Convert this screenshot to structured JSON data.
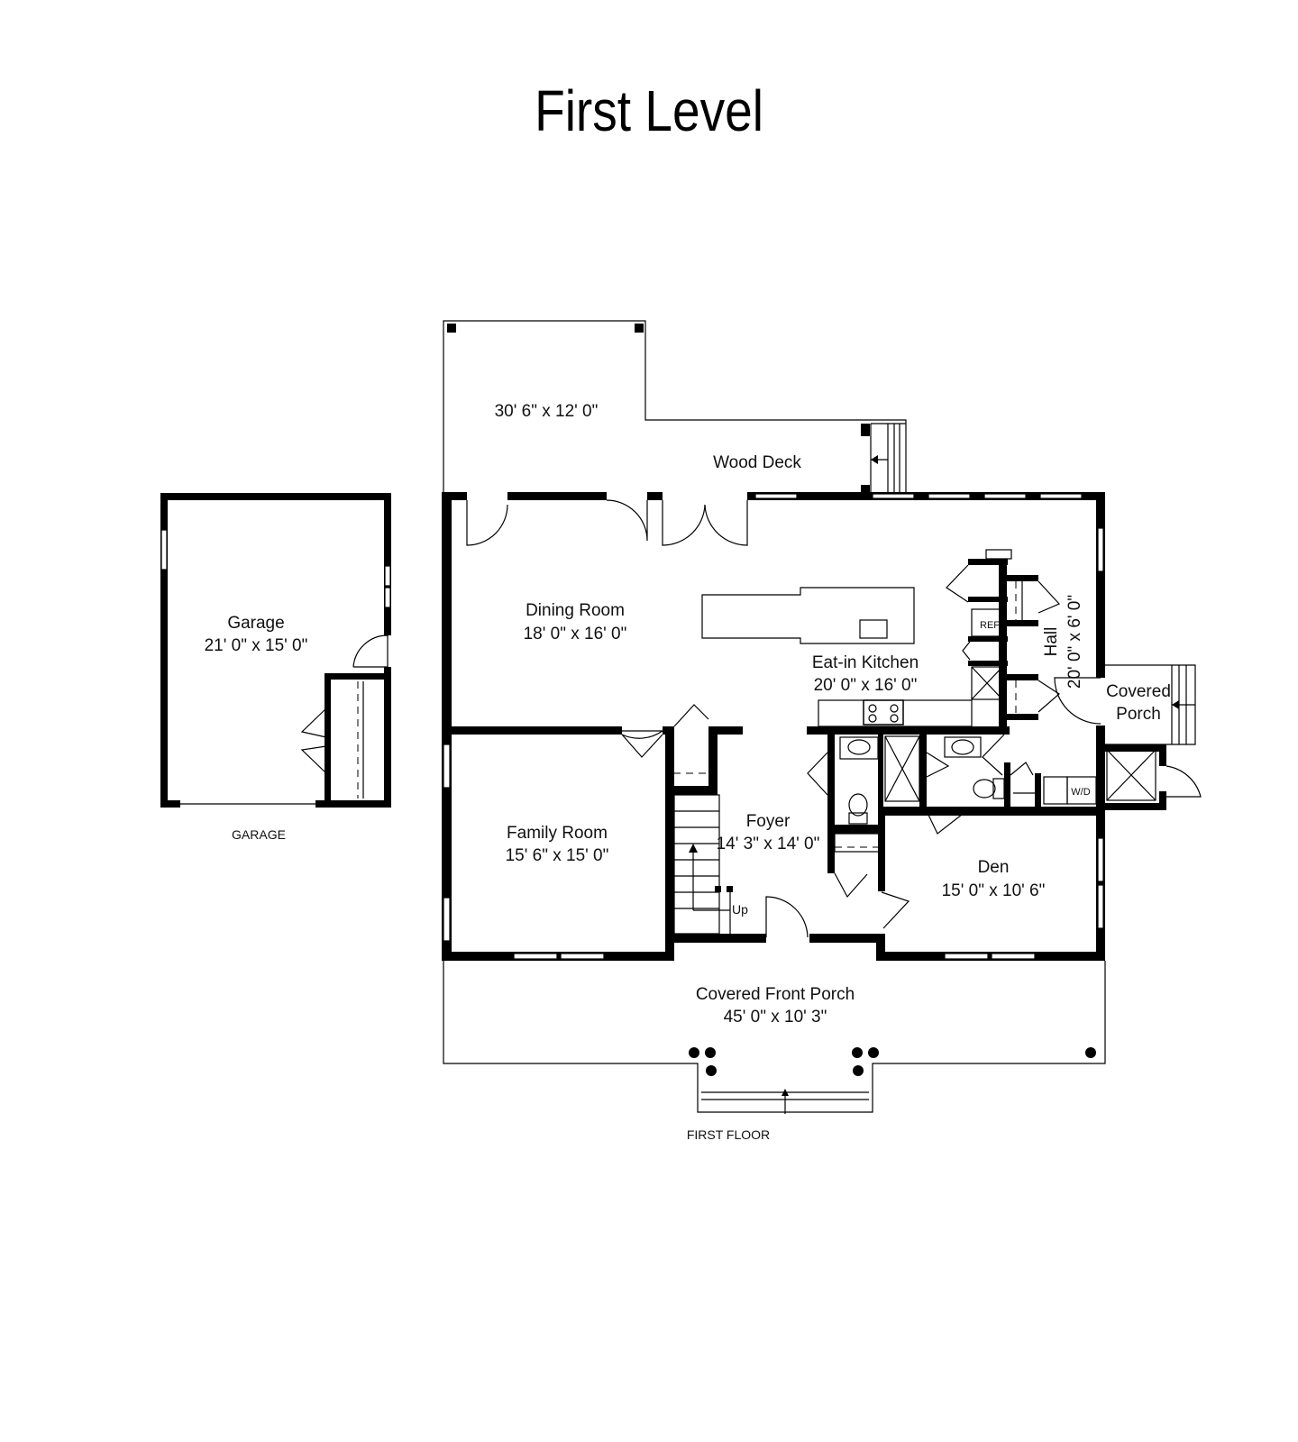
{
  "title": "First Level",
  "rooms": {
    "wood_deck": {
      "name": "Wood Deck",
      "size": "30' 6\" x 12' 0\""
    },
    "garage": {
      "name": "Garage",
      "size": "21' 0\" x 15' 0\""
    },
    "dining_room": {
      "name": "Dining Room",
      "size": "18' 0\" x 16' 0\""
    },
    "eat_in_kitchen": {
      "name": "Eat-in Kitchen",
      "size": "20' 0\" x 16' 0\""
    },
    "hall": {
      "name": "Hall",
      "size": "20' 0\" x 6' 0\""
    },
    "covered_porch": {
      "name_line1": "Covered",
      "name_line2": "Porch"
    },
    "family_room": {
      "name": "Family Room",
      "size": "15' 6\" x 15' 0\""
    },
    "foyer": {
      "name": "Foyer",
      "size": "14' 3\" x 14' 0\""
    },
    "den": {
      "name": "Den",
      "size": "15' 0\" x 10' 6\""
    },
    "covered_front_porch": {
      "name": "Covered Front Porch",
      "size": "45' 0\" x 10' 3\""
    }
  },
  "fixtures": {
    "ref": "REF",
    "wd": "W/D",
    "stairs_up": "Up"
  },
  "captions": {
    "garage": "GARAGE",
    "first_floor": "FIRST FLOOR"
  }
}
